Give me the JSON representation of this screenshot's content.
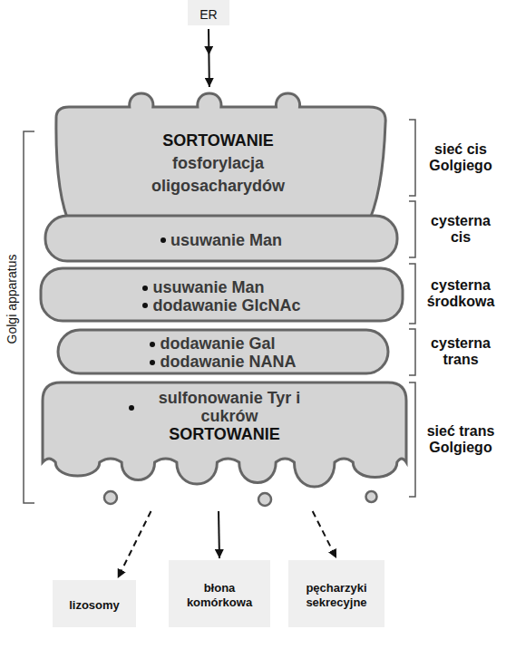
{
  "diagram": {
    "nodes": [
      {
        "text": [
          "ER"
        ]
      },
      {
        "text": [
          "SORTOWANIE",
          "fosforylacja oligosacharydów"
        ]
      },
      {
        "text": [
          "usuwanie Man"
        ]
      },
      {
        "text": [
          "usuwanie Man",
          "dodawanie GlcNAc"
        ]
      },
      {
        "text": [
          "dodawanie Gal",
          "dodawanie NANA"
        ]
      },
      {
        "text": [
          "sulfonowanie Tyr i cukrów",
          "SORTOWANIE"
        ]
      },
      {
        "text": [
          "lizosomy"
        ]
      },
      {
        "text": [
          "błona komórkowa"
        ]
      },
      {
        "text": [
          "pęcharzyki sekrecyjne"
        ]
      }
    ],
    "edges": [
      {
        "from": 0,
        "to": 1,
        "arrow": "to"
      },
      {
        "from": 5,
        "to": 6,
        "arrow": "to"
      },
      {
        "from": 5,
        "to": 7,
        "arrow": "to"
      },
      {
        "from": 5,
        "to": 8,
        "arrow": "to"
      }
    ],
    "labels": [
      "Golgi apparatus",
      "sieć cis Golgiego",
      "cysterna cis",
      "cysterna środkowa",
      "cysterna trans",
      "sieć trans Golgiego"
    ]
  }
}
